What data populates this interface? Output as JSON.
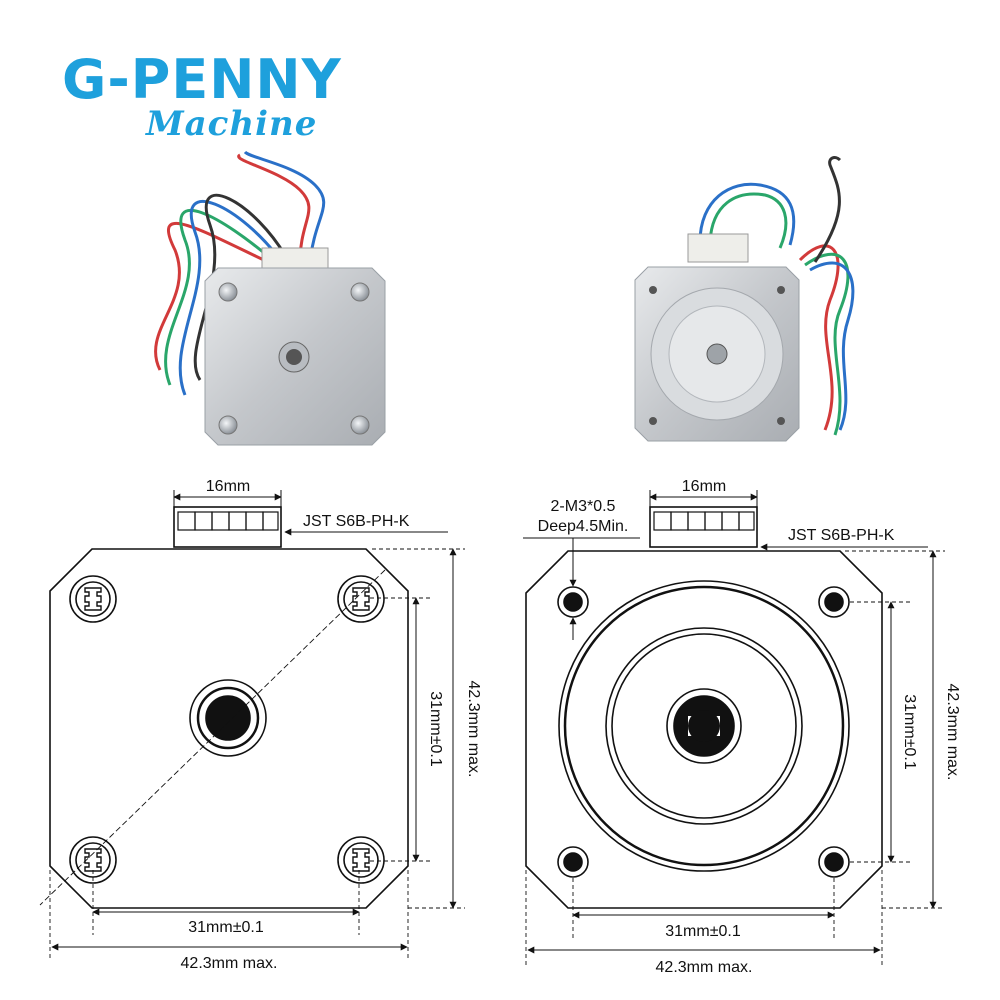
{
  "brand": {
    "name": "G-PENNY",
    "tagline": "Machine"
  },
  "colors": {
    "brand": "#1ea0dc",
    "wire_red": "#d23a3a",
    "wire_green": "#2aa66a",
    "wire_blue": "#2a70c8",
    "wire_black": "#333333",
    "aluminum": "#c9ccd0"
  },
  "drawing_left": {
    "connector_width": "16mm",
    "connector_label": "JST S6B-PH-K",
    "hole_spacing_vertical": "31mm±0.1",
    "body_height": "42.3mm max.",
    "hole_spacing_horizontal": "31mm±0.1",
    "body_width": "42.3mm max."
  },
  "drawing_right": {
    "thread_note_line1": "2-M3*0.5",
    "thread_note_line2": "Deep4.5Min.",
    "connector_width": "16mm",
    "connector_label": "JST S6B-PH-K",
    "hole_spacing_vertical": "31mm±0.1",
    "body_height": "42.3mm max.",
    "hole_spacing_horizontal": "31mm±0.1",
    "body_width": "42.3mm max."
  }
}
